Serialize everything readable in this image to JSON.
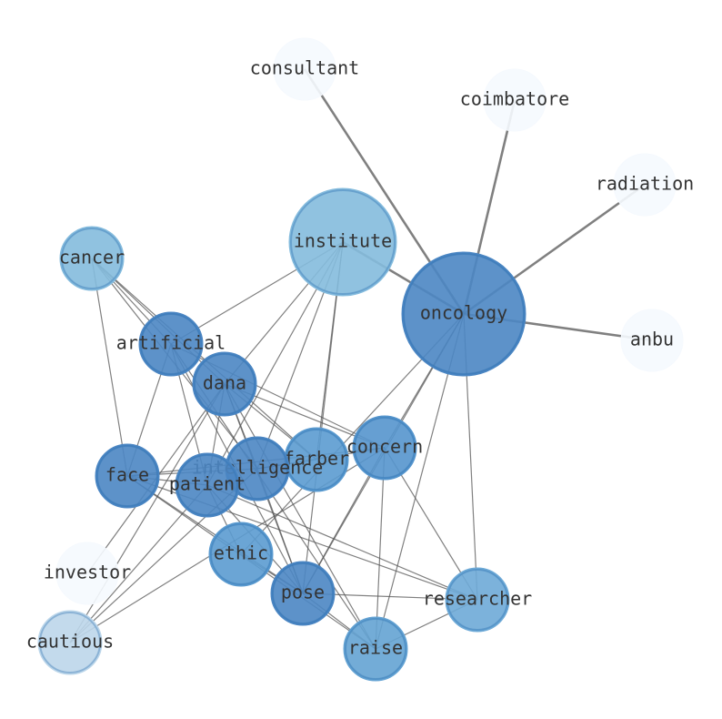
{
  "graph": {
    "nodes": [
      {
        "id": "consultant",
        "label": "consultant",
        "color": "#f5f9fe"
      },
      {
        "id": "coimbatore",
        "label": "coimbatore",
        "color": "#f5f9fe"
      },
      {
        "id": "radiation",
        "label": "radiation",
        "color": "#f5f9fe"
      },
      {
        "id": "institute",
        "label": "institute",
        "color": "#84bbdd"
      },
      {
        "id": "oncology",
        "label": "oncology",
        "color": "#4b86c3"
      },
      {
        "id": "anbu",
        "label": "anbu",
        "color": "#f5f9fe"
      },
      {
        "id": "cancer",
        "label": "cancer",
        "color": "#84bbdd"
      },
      {
        "id": "artificial",
        "label": "artificial",
        "color": "#4b86c3"
      },
      {
        "id": "dana",
        "label": "dana",
        "color": "#4b86c3"
      },
      {
        "id": "farber",
        "label": "farber",
        "color": "#5b9bd0"
      },
      {
        "id": "concern",
        "label": "concern",
        "color": "#5595cd"
      },
      {
        "id": "face",
        "label": "face",
        "color": "#4b86c3"
      },
      {
        "id": "intelligence",
        "label": "intelligence",
        "color": "#4b86c3"
      },
      {
        "id": "patient",
        "label": "patient",
        "color": "#4b86c3"
      },
      {
        "id": "ethic",
        "label": "ethic",
        "color": "#5b9bd0"
      },
      {
        "id": "investor",
        "label": "investor",
        "color": "#f5f9fe"
      },
      {
        "id": "pose",
        "label": "pose",
        "color": "#4b86c3"
      },
      {
        "id": "researcher",
        "label": "researcher",
        "color": "#6eaad7"
      },
      {
        "id": "cautious",
        "label": "cautious",
        "color": "#bcd6ea"
      },
      {
        "id": "raise",
        "label": "raise",
        "color": "#64a3d3"
      }
    ],
    "edges": [
      [
        "consultant",
        "oncology"
      ],
      [
        "coimbatore",
        "oncology"
      ],
      [
        "radiation",
        "oncology"
      ],
      [
        "anbu",
        "oncology"
      ],
      [
        "institute",
        "oncology"
      ],
      [
        "institute",
        "artificial"
      ],
      [
        "institute",
        "dana"
      ],
      [
        "institute",
        "farber"
      ],
      [
        "institute",
        "intelligence"
      ],
      [
        "institute",
        "patient"
      ],
      [
        "institute",
        "pose"
      ],
      [
        "oncology",
        "concern"
      ],
      [
        "oncology",
        "pose"
      ],
      [
        "oncology",
        "raise"
      ],
      [
        "oncology",
        "researcher"
      ],
      [
        "oncology",
        "ethic"
      ],
      [
        "cancer",
        "artificial"
      ],
      [
        "cancer",
        "dana"
      ],
      [
        "cancer",
        "farber"
      ],
      [
        "cancer",
        "face"
      ],
      [
        "cancer",
        "intelligence"
      ],
      [
        "artificial",
        "face"
      ],
      [
        "artificial",
        "pose"
      ],
      [
        "artificial",
        "raise"
      ],
      [
        "artificial",
        "patient"
      ],
      [
        "artificial",
        "concern"
      ],
      [
        "dana",
        "farber"
      ],
      [
        "dana",
        "concern"
      ],
      [
        "dana",
        "pose"
      ],
      [
        "dana",
        "raise"
      ],
      [
        "dana",
        "patient"
      ],
      [
        "dana",
        "intelligence"
      ],
      [
        "dana",
        "cautious"
      ],
      [
        "dana",
        "investor"
      ],
      [
        "face",
        "intelligence"
      ],
      [
        "face",
        "patient"
      ],
      [
        "face",
        "pose"
      ],
      [
        "face",
        "raise"
      ],
      [
        "face",
        "concern"
      ],
      [
        "face",
        "researcher"
      ],
      [
        "intelligence",
        "concern"
      ],
      [
        "intelligence",
        "farber"
      ],
      [
        "intelligence",
        "pose"
      ],
      [
        "intelligence",
        "cautious"
      ],
      [
        "patient",
        "pose"
      ],
      [
        "patient",
        "ethic"
      ],
      [
        "patient",
        "researcher"
      ],
      [
        "concern",
        "pose"
      ],
      [
        "concern",
        "raise"
      ],
      [
        "concern",
        "researcher"
      ],
      [
        "concern",
        "cautious"
      ],
      [
        "ethic",
        "pose"
      ],
      [
        "pose",
        "researcher"
      ],
      [
        "pose",
        "raise"
      ],
      [
        "raise",
        "researcher"
      ],
      [
        "cautious",
        "patient"
      ]
    ]
  }
}
